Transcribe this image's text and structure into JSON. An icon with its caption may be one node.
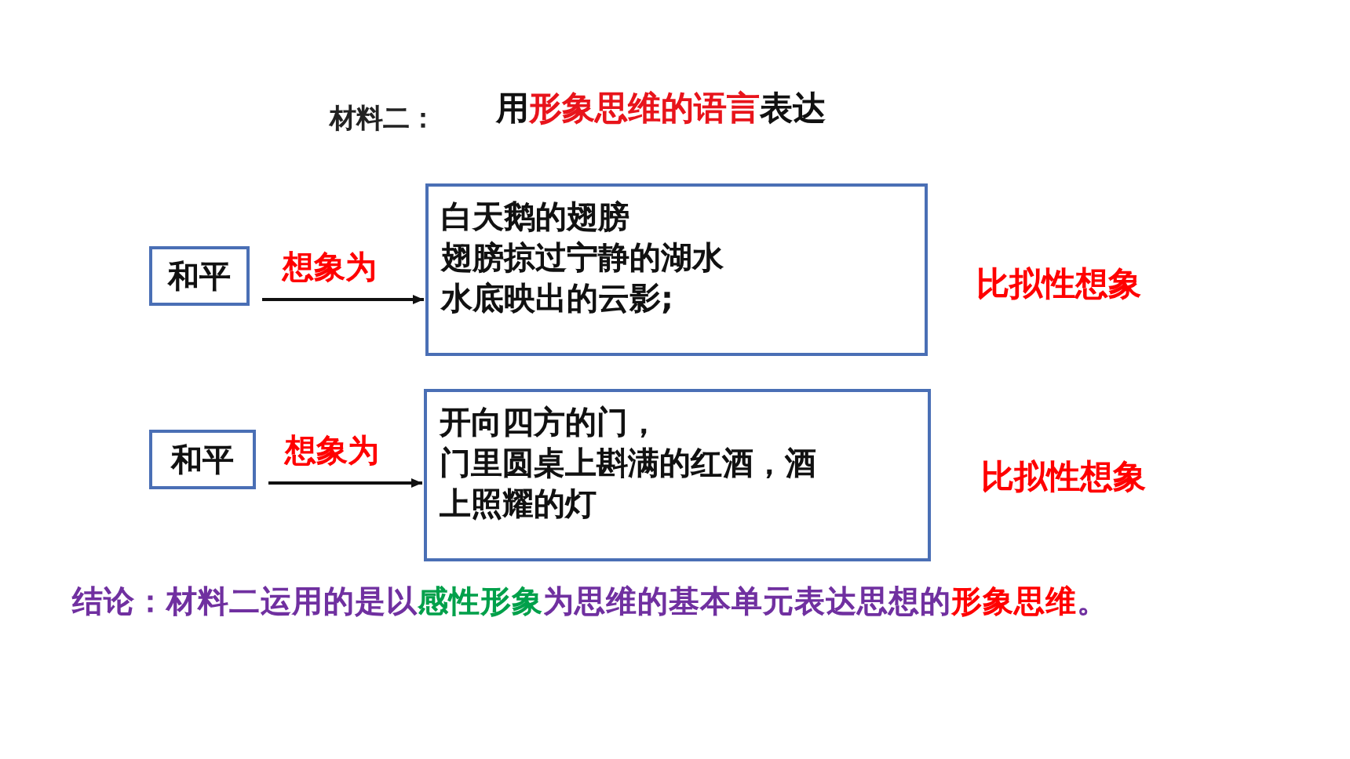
{
  "diagram": {
    "nodes": [
      {
        "text": [
          "和平"
        ]
      },
      {
        "text": [
          "白天鹅的翅膀",
          "翅膀掠过宁静的湖水",
          "水底映出的云影;"
        ],
        "beside": [
          "比拟性想象"
        ]
      },
      {
        "text": [
          "和平"
        ]
      },
      {
        "text": [
          "开向四方的门，",
          "门里圆桌上斟满的红酒，酒上照耀的灯"
        ],
        "beside": [
          "比拟性想象"
        ]
      }
    ],
    "edges": [
      {
        "from": 0,
        "to": 1,
        "arrow": "to",
        "label": "想象为"
      },
      {
        "from": 2,
        "to": 3,
        "arrow": "to",
        "label": "想象为"
      }
    ],
    "labels": [
      "材料二：",
      "用**形象思维的语言**表达",
      "结论：材料二运用的是以**感性形象**为思维的基本单元表达思想的**形象思维**。"
    ]
  }
}
